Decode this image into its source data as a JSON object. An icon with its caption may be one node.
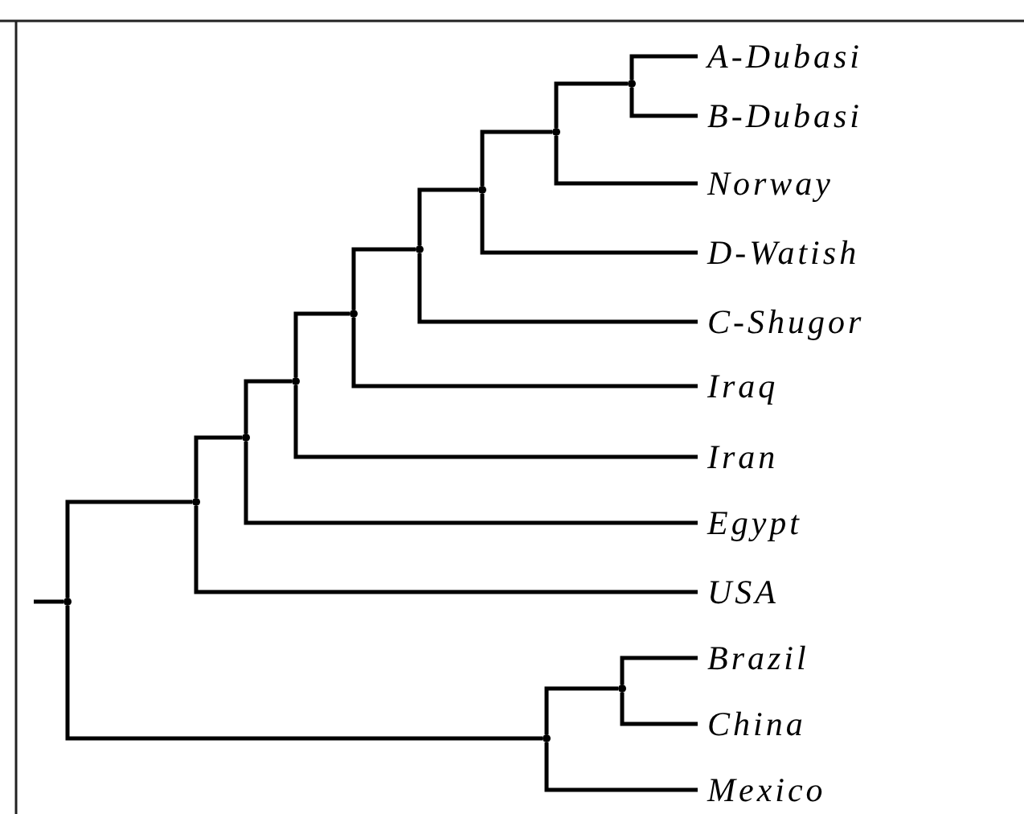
{
  "diagram": {
    "nodes": [
      {
        "text": [
          "A-Dubasi"
        ]
      },
      {
        "text": [
          "B-Dubasi"
        ]
      },
      {
        "text": [
          "Norway"
        ]
      },
      {
        "text": [
          "D-Watish"
        ]
      },
      {
        "text": [
          "C-Shugor"
        ]
      },
      {
        "text": [
          "Iraq"
        ]
      },
      {
        "text": [
          "Iran"
        ]
      },
      {
        "text": [
          "Egypt"
        ]
      },
      {
        "text": [
          "USA"
        ]
      },
      {
        "text": [
          "Brazil"
        ]
      },
      {
        "text": [
          "China"
        ]
      },
      {
        "text": [
          "Mexico"
        ]
      },
      {
        "text": [],
        "shape": "dot"
      },
      {
        "text": [],
        "shape": "dot"
      },
      {
        "text": [],
        "shape": "dot"
      },
      {
        "text": [],
        "shape": "dot"
      },
      {
        "text": [],
        "shape": "dot"
      },
      {
        "text": [],
        "shape": "dot"
      },
      {
        "text": [],
        "shape": "dot"
      },
      {
        "text": [],
        "shape": "dot"
      },
      {
        "text": [],
        "shape": "dot"
      },
      {
        "text": [],
        "shape": "dot"
      },
      {
        "text": [],
        "shape": "dot"
      }
    ],
    "edges": [
      {
        "from": null,
        "to": 12,
        "arrow": "none"
      },
      {
        "from": 12,
        "to": 13,
        "arrow": "none"
      },
      {
        "from": 12,
        "to": 21,
        "arrow": "none"
      },
      {
        "from": 13,
        "to": 14,
        "arrow": "none"
      },
      {
        "from": 13,
        "to": 8,
        "arrow": "none"
      },
      {
        "from": 14,
        "to": 15,
        "arrow": "none"
      },
      {
        "from": 14,
        "to": 7,
        "arrow": "none"
      },
      {
        "from": 15,
        "to": 16,
        "arrow": "none"
      },
      {
        "from": 15,
        "to": 6,
        "arrow": "none"
      },
      {
        "from": 16,
        "to": 5,
        "arrow": "none"
      },
      {
        "from": 16,
        "to": 17,
        "arrow": "none"
      },
      {
        "from": 17,
        "to": 18,
        "arrow": "none"
      },
      {
        "from": 17,
        "to": 4,
        "arrow": "none"
      },
      {
        "from": 18,
        "to": 19,
        "arrow": "none"
      },
      {
        "from": 18,
        "to": 3,
        "arrow": "none"
      },
      {
        "from": 19,
        "to": 20,
        "arrow": "none"
      },
      {
        "from": 19,
        "to": 2,
        "arrow": "none"
      },
      {
        "from": 20,
        "to": 0,
        "arrow": "none"
      },
      {
        "from": 20,
        "to": 1,
        "arrow": "none"
      },
      {
        "from": 21,
        "to": 22,
        "arrow": "none"
      },
      {
        "from": 21,
        "to": 11,
        "arrow": "none"
      },
      {
        "from": 22,
        "to": 9,
        "arrow": "none"
      },
      {
        "from": 22,
        "to": 10,
        "arrow": "none"
      }
    ]
  }
}
